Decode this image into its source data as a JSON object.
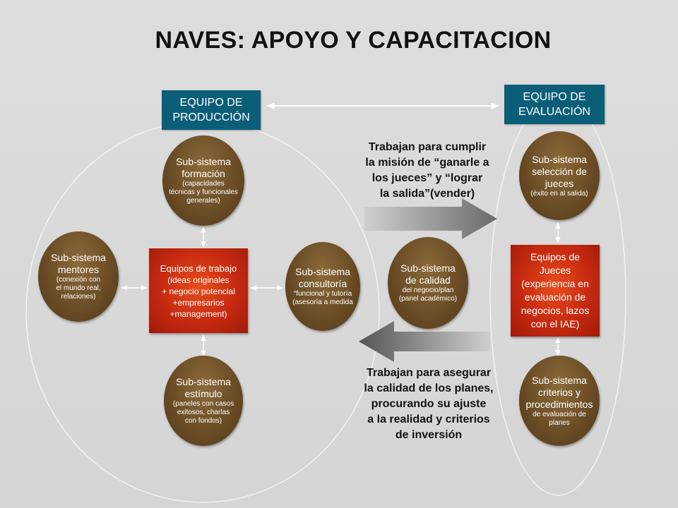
{
  "title": "NAVES: APOYO Y CAPACITACION",
  "teams": {
    "production": [
      "EQUIPO DE",
      "PRODUCCIÓN"
    ],
    "evaluation": [
      "EQUIPO DE",
      "EVALUACIÓN"
    ]
  },
  "subsystems": {
    "formacion": {
      "heading": [
        "Sub-sistema",
        "formación"
      ],
      "details": [
        "(capacidades",
        "técnicas y funcionales",
        "generales)"
      ]
    },
    "mentores": {
      "heading": [
        "Sub-sistema",
        "mentores"
      ],
      "details": [
        "(conexión con",
        "el mundo real,",
        "relaciones)"
      ]
    },
    "consultoria": {
      "heading": [
        "Sub-sistema",
        "consultoría"
      ],
      "details": [
        "“funcional y tutoría",
        "(asesoría a medida"
      ]
    },
    "estimulo": {
      "heading": [
        "Sub-sistema",
        "estímulo"
      ],
      "details": [
        "(paneles con casos",
        "exitosos, charlas",
        "con fondos)"
      ]
    },
    "calidad": {
      "heading": [
        "Sub-sistema",
        "de calidad"
      ],
      "details": [
        "del negocio/plan",
        "(panel académico)"
      ]
    },
    "seleccion": {
      "heading": [
        "Sub-sistema",
        "selección de",
        "jueces"
      ],
      "details": [
        "(éxito en al salida)"
      ]
    },
    "criterios": {
      "heading": [
        "Sub-sistema",
        "criterios y",
        "procedimientos"
      ],
      "details": [
        "de evaluación de",
        "planes"
      ]
    }
  },
  "work_teams": {
    "heading": "Equipos de trabajo",
    "lines": [
      "(ideas originales",
      "+ negocio potencial",
      "+empresarios",
      "+management)"
    ]
  },
  "judges_teams": {
    "lines": [
      "Equipos de",
      "Jueces",
      "(experiencia en",
      "evaluación de",
      "negocios, lazos",
      "con el IAE)"
    ]
  },
  "captions": {
    "top": [
      "Trabajan para cumplir",
      "la misión de “ganarle a",
      "los jueces” y “lograr",
      "la salida”(vender)"
    ],
    "bottom": [
      "Trabajan para asegurar",
      "la calidad de los planes,",
      "procurando su ajuste",
      "a la realidad y criterios",
      "de inversión"
    ]
  },
  "colors": {
    "team_blue": "#0b5e78",
    "node_brown": "#6b4d26",
    "box_red": "#c52a10",
    "arrow_gray": "#777777"
  }
}
